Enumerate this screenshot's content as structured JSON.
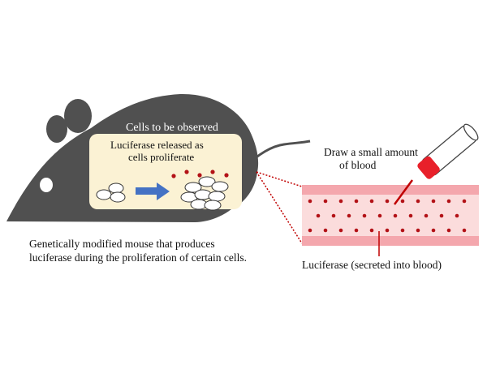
{
  "labels": {
    "cells_title": "Cells to be observed",
    "release_line1": "Luciferase released as",
    "release_line2": "cells proliferate",
    "caption_line1": "Genetically modified mouse that produces",
    "caption_line2": "luciferase during the proliferation of certain cells.",
    "draw_line1": "Draw a small amount",
    "draw_line2": "of blood",
    "luciferase_blood": "Luciferase (secreted into blood)"
  },
  "colors": {
    "mouse": "#505050",
    "panel_fill": "#fbf2d4",
    "arrow": "#4472c4",
    "dot": "#b31217",
    "vessel_outer": "#f4a7ad",
    "vessel_inner": "#fbdcdc",
    "syringe_red": "#e8202a"
  },
  "icons": {
    "mouse": "mouse-silhouette-icon",
    "syringe": "syringe-icon",
    "arrow": "right-arrow-icon"
  }
}
